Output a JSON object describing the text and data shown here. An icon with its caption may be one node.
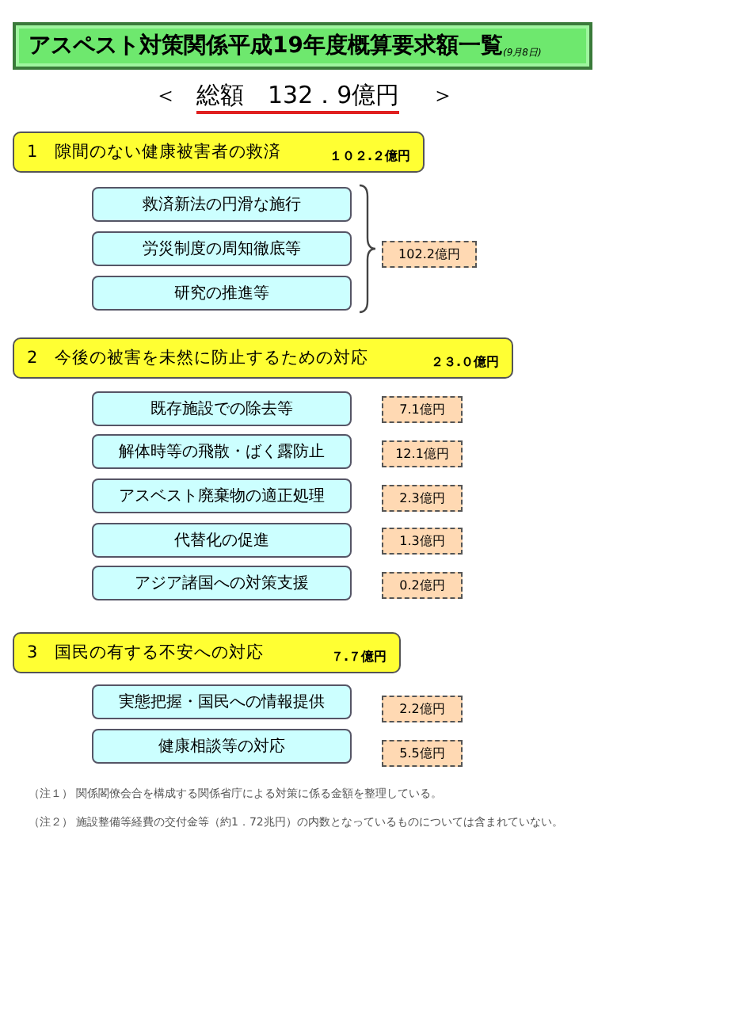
{
  "diagram": {
    "nodes": [
      {
        "text": [
          "アスペスト対策関係平成19年度概算要求額一覧",
          "(9月8日)"
        ]
      },
      {
        "text": [
          "1　隙間のない健康被害者の救済",
          "１０２.２億円"
        ]
      },
      {
        "text": [
          "救済新法の円滑な施行"
        ]
      },
      {
        "text": [
          "労災制度の周知徹底等"
        ]
      },
      {
        "text": [
          "研究の推進等"
        ]
      },
      {
        "text": [
          "102.2億円"
        ]
      },
      {
        "text": [
          "2　今後の被害を未然に防止するための対応",
          "２３.０億円"
        ]
      },
      {
        "text": [
          "既存施設での除去等"
        ]
      },
      {
        "text": [
          "7.1億円"
        ]
      },
      {
        "text": [
          "解体時等の飛散・ばく露防止"
        ]
      },
      {
        "text": [
          "12.1億円"
        ]
      },
      {
        "text": [
          "アスベスト廃棄物の適正処理"
        ]
      },
      {
        "text": [
          "2.3億円"
        ]
      },
      {
        "text": [
          "代替化の促進"
        ]
      },
      {
        "text": [
          "1.3億円"
        ]
      },
      {
        "text": [
          "アジア諸国への対策支援"
        ]
      },
      {
        "text": [
          "0.2億円"
        ]
      },
      {
        "text": [
          "3　国民の有する不安への対応",
          "７.７億円"
        ]
      },
      {
        "text": [
          "実態把握・国民への情報提供"
        ]
      },
      {
        "text": [
          "2.2億円"
        ]
      },
      {
        "text": [
          "健康相談等の対応"
        ]
      },
      {
        "text": [
          "5.5億円"
        ]
      }
    ],
    "edges": [],
    "labels": [
      "＜",
      "総額　132．9億円",
      "＞",
      "（注１）",
      "関係閣僚会合を構成する関係省庁による対策に係る金額を整理している。",
      "（注２）",
      "施設整備等経費の交付金等（約1．72兆円）の内数となっているものについては含まれていない。"
    ]
  }
}
